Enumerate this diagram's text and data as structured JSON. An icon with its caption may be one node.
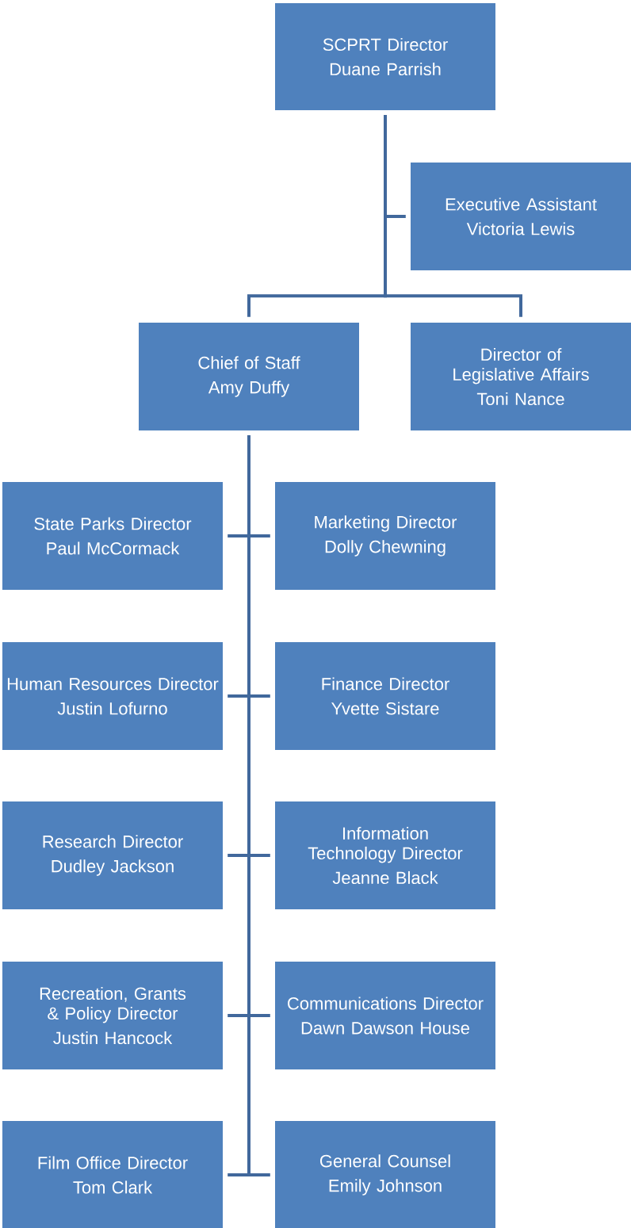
{
  "diagram": {
    "nodes": [
      {
        "text": [
          "SCPRT Director",
          "Duane Parrish"
        ]
      },
      {
        "text": [
          "Executive Assistant",
          "Victoria Lewis"
        ]
      },
      {
        "text": [
          "Chief of Staff",
          "Amy Duffy"
        ]
      },
      {
        "text": [
          "Director of Legislative Affairs",
          "Toni Nance"
        ]
      },
      {
        "text": [
          "State Parks Director",
          "Paul McCormack"
        ]
      },
      {
        "text": [
          "Marketing Director",
          "Dolly Chewning"
        ]
      },
      {
        "text": [
          "Human Resources Director",
          "Justin Lofurno"
        ]
      },
      {
        "text": [
          "Finance Director",
          "Yvette Sistare"
        ]
      },
      {
        "text": [
          "Research Director",
          "Dudley Jackson"
        ]
      },
      {
        "text": [
          "Information Technology Director",
          "Jeanne Black"
        ]
      },
      {
        "text": [
          "Recreation, Grants & Policy Director",
          "Justin Hancock"
        ]
      },
      {
        "text": [
          "Communications Director",
          "Dawn Dawson House"
        ]
      },
      {
        "text": [
          "Film Office Director",
          "Tom Clark"
        ]
      },
      {
        "text": [
          "General Counsel",
          "Emily Johnson"
        ]
      }
    ],
    "edges": [
      {
        "from": 0,
        "to": 1,
        "arrow": "none"
      },
      {
        "from": 0,
        "to": 2,
        "arrow": "none"
      },
      {
        "from": 0,
        "to": 3,
        "arrow": "none"
      },
      {
        "from": 2,
        "to": 4,
        "arrow": "none"
      },
      {
        "from": 2,
        "to": 5,
        "arrow": "none"
      },
      {
        "from": 2,
        "to": 6,
        "arrow": "none"
      },
      {
        "from": 2,
        "to": 7,
        "arrow": "none"
      },
      {
        "from": 2,
        "to": 8,
        "arrow": "none"
      },
      {
        "from": 2,
        "to": 9,
        "arrow": "none"
      },
      {
        "from": 2,
        "to": 10,
        "arrow": "none"
      },
      {
        "from": 2,
        "to": 11,
        "arrow": "none"
      },
      {
        "from": 2,
        "to": 12,
        "arrow": "none"
      },
      {
        "from": 2,
        "to": 13,
        "arrow": "none"
      }
    ]
  }
}
